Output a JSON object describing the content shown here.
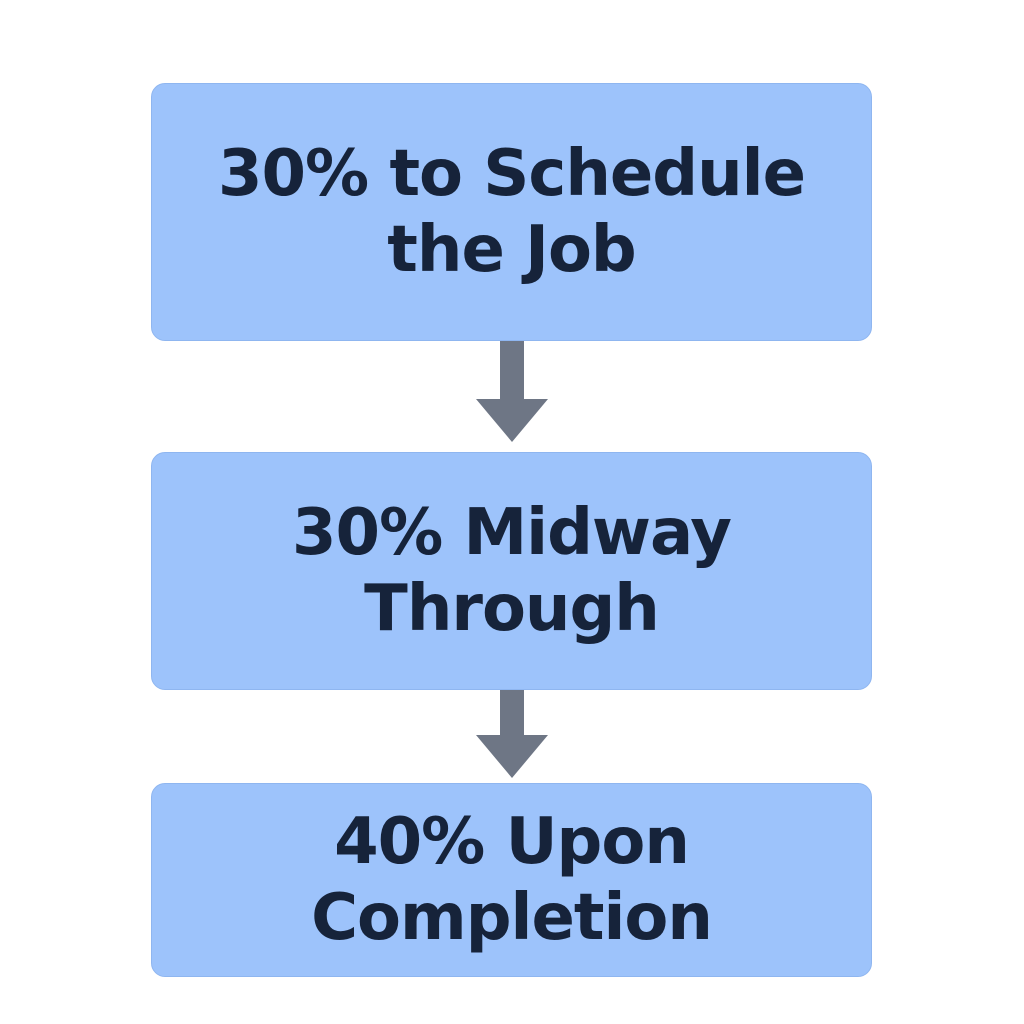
{
  "steps": [
    {
      "line1": "30% to Schedule",
      "line2": "the Job"
    },
    {
      "line1": "30% Midway",
      "line2": "Through"
    },
    {
      "line1": "40% Upon",
      "line2": "Completion"
    }
  ],
  "colors": {
    "box_fill": "#9dc3fb",
    "text": "#16233a",
    "arrow": "#6e7685"
  },
  "connector_icon": "arrow-down-icon"
}
